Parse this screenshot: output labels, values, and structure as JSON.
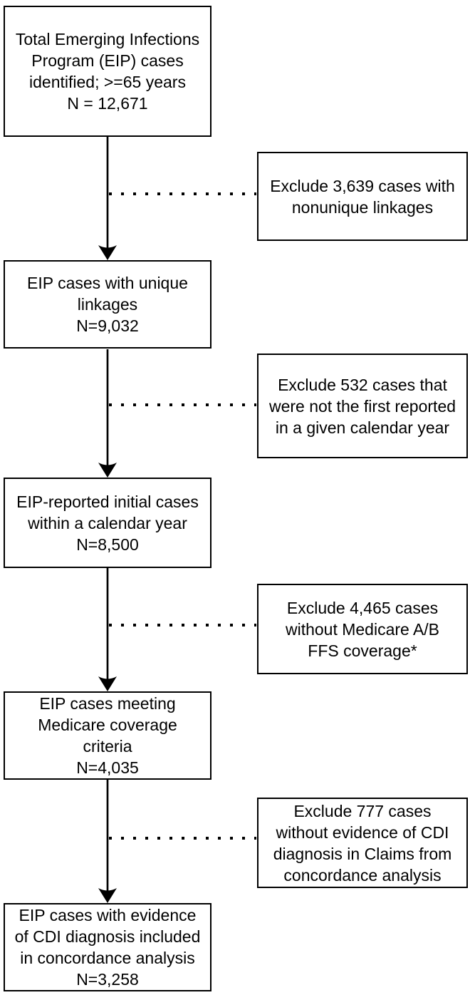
{
  "diagram": {
    "type": "flowchart",
    "main_boxes": [
      {
        "name": "total-eip-cases",
        "text": "Total Emerging Infections\nProgram (EIP) cases\nidentified; >=65 years\nN = 12,671",
        "n": "12,671"
      },
      {
        "name": "unique-linkages",
        "text": "EIP cases with unique\nlinkages\nN=9,032",
        "n": "9,032"
      },
      {
        "name": "initial-cases-calendar-year",
        "text": "EIP-reported initial cases\nwithin a calendar year\nN=8,500",
        "n": "8,500"
      },
      {
        "name": "medicare-coverage-criteria",
        "text": "EIP cases meeting\nMedicare coverage\ncriteria\nN=4,035",
        "n": "4,035"
      },
      {
        "name": "concordance-analysis-included",
        "text": "EIP cases with evidence\nof CDI diagnosis included\nin concordance analysis\nN=3,258",
        "n": "3,258"
      }
    ],
    "exclusion_boxes": [
      {
        "name": "exclude-nonunique-linkages",
        "text": "Exclude 3,639 cases with\nnonunique linkages",
        "n": "3,639"
      },
      {
        "name": "exclude-not-first-reported",
        "text": "Exclude 532 cases that\nwere not the first reported\nin a given calendar year",
        "n": "532"
      },
      {
        "name": "exclude-no-medicare-ffs",
        "text": "Exclude 4,465 cases\nwithout Medicare A/B\nFFS coverage*",
        "n": "4,465"
      },
      {
        "name": "exclude-no-cdi-evidence",
        "text": "Exclude 777 cases\nwithout evidence of CDI\ndiagnosis in Claims from\nconcordance analysis",
        "n": "777"
      }
    ],
    "colors": {
      "border": "#000000",
      "text": "#000000",
      "background": "#ffffff"
    }
  }
}
